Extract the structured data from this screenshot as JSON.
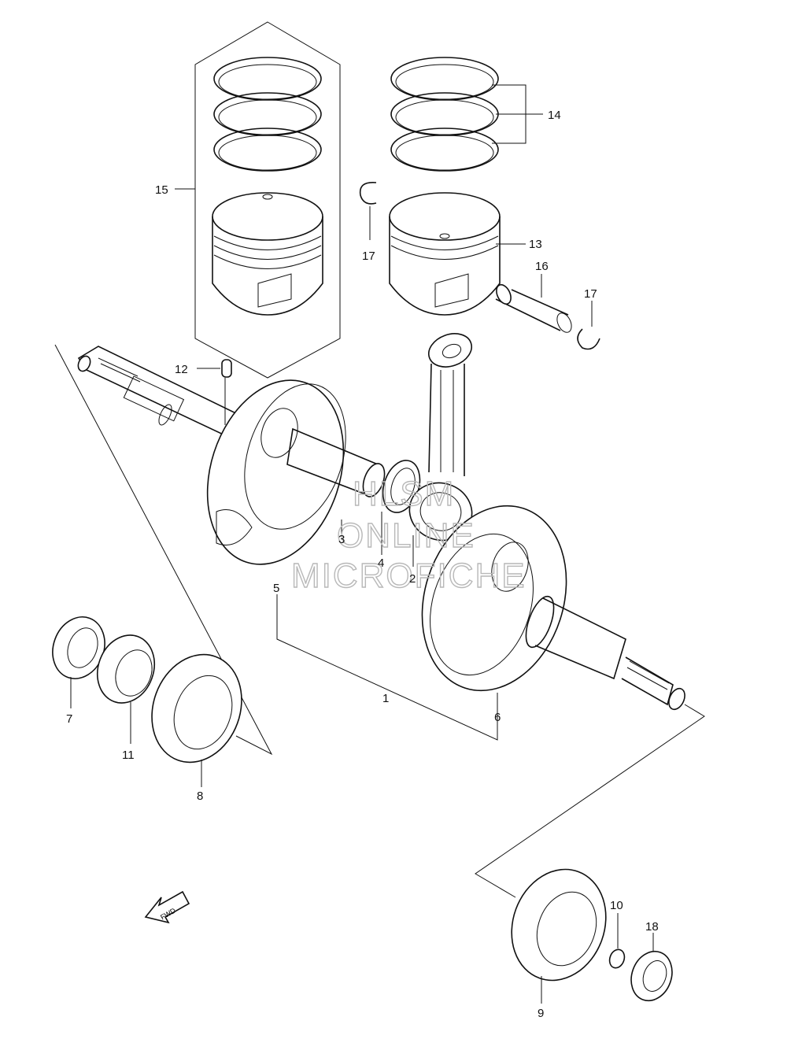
{
  "labels": {
    "p1": "1",
    "p2": "2",
    "p3": "3",
    "p4": "4",
    "p5": "5",
    "p6": "6",
    "p7": "7",
    "p8": "8",
    "p9": "9",
    "p10": "10",
    "p11": "11",
    "p12": "12",
    "p13": "13",
    "p14": "14",
    "p15": "15",
    "p16": "16",
    "p17a": "17",
    "p17b": "17",
    "p18": "18"
  },
  "watermark": {
    "line1": "HLSM",
    "line2": "ONLINE",
    "line3": "MICROFICHE"
  },
  "fwd_arrow": "FWD"
}
